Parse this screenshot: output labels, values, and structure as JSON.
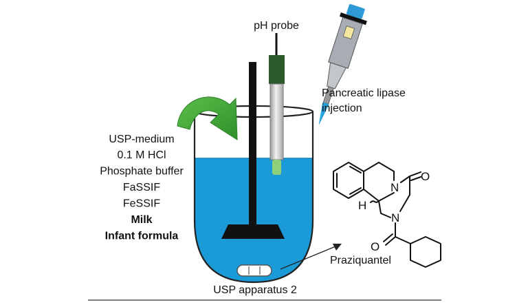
{
  "labels": {
    "ph_probe": "pH probe",
    "lipase_line1": "Pancreatic lipase",
    "lipase_line2": "injection",
    "apparatus": "USP apparatus 2",
    "drug": "Praziquantel"
  },
  "media": {
    "title": "USP-medium",
    "items": [
      {
        "text": "0.1 M HCl",
        "bold": false
      },
      {
        "text": "Phosphate buffer",
        "bold": false
      },
      {
        "text": "FaSSIF",
        "bold": false
      },
      {
        "text": "FeSSIF",
        "bold": false
      },
      {
        "text": "Milk",
        "bold": true
      },
      {
        "text": "Infant formula",
        "bold": true
      }
    ]
  },
  "molecule": {
    "atoms": {
      "nitrogen_top": "N",
      "nitrogen_bottom": "N",
      "oxygen_ring": "O",
      "oxygen_carbonyl": "O",
      "hydrogen": "H"
    }
  },
  "colors": {
    "medium": "#1a9ad6",
    "medium_dark": "#0f7fb8",
    "stirrer": "#111111",
    "rotation_arrow": "#3aa435",
    "probe_cap": "#2d5a2d",
    "probe_tip": "#8fd17a",
    "pipette_body": "#a7adb3",
    "pipette_button": "#2f9bd6",
    "pipette_tip": "#29a3db",
    "outline": "#222222"
  }
}
